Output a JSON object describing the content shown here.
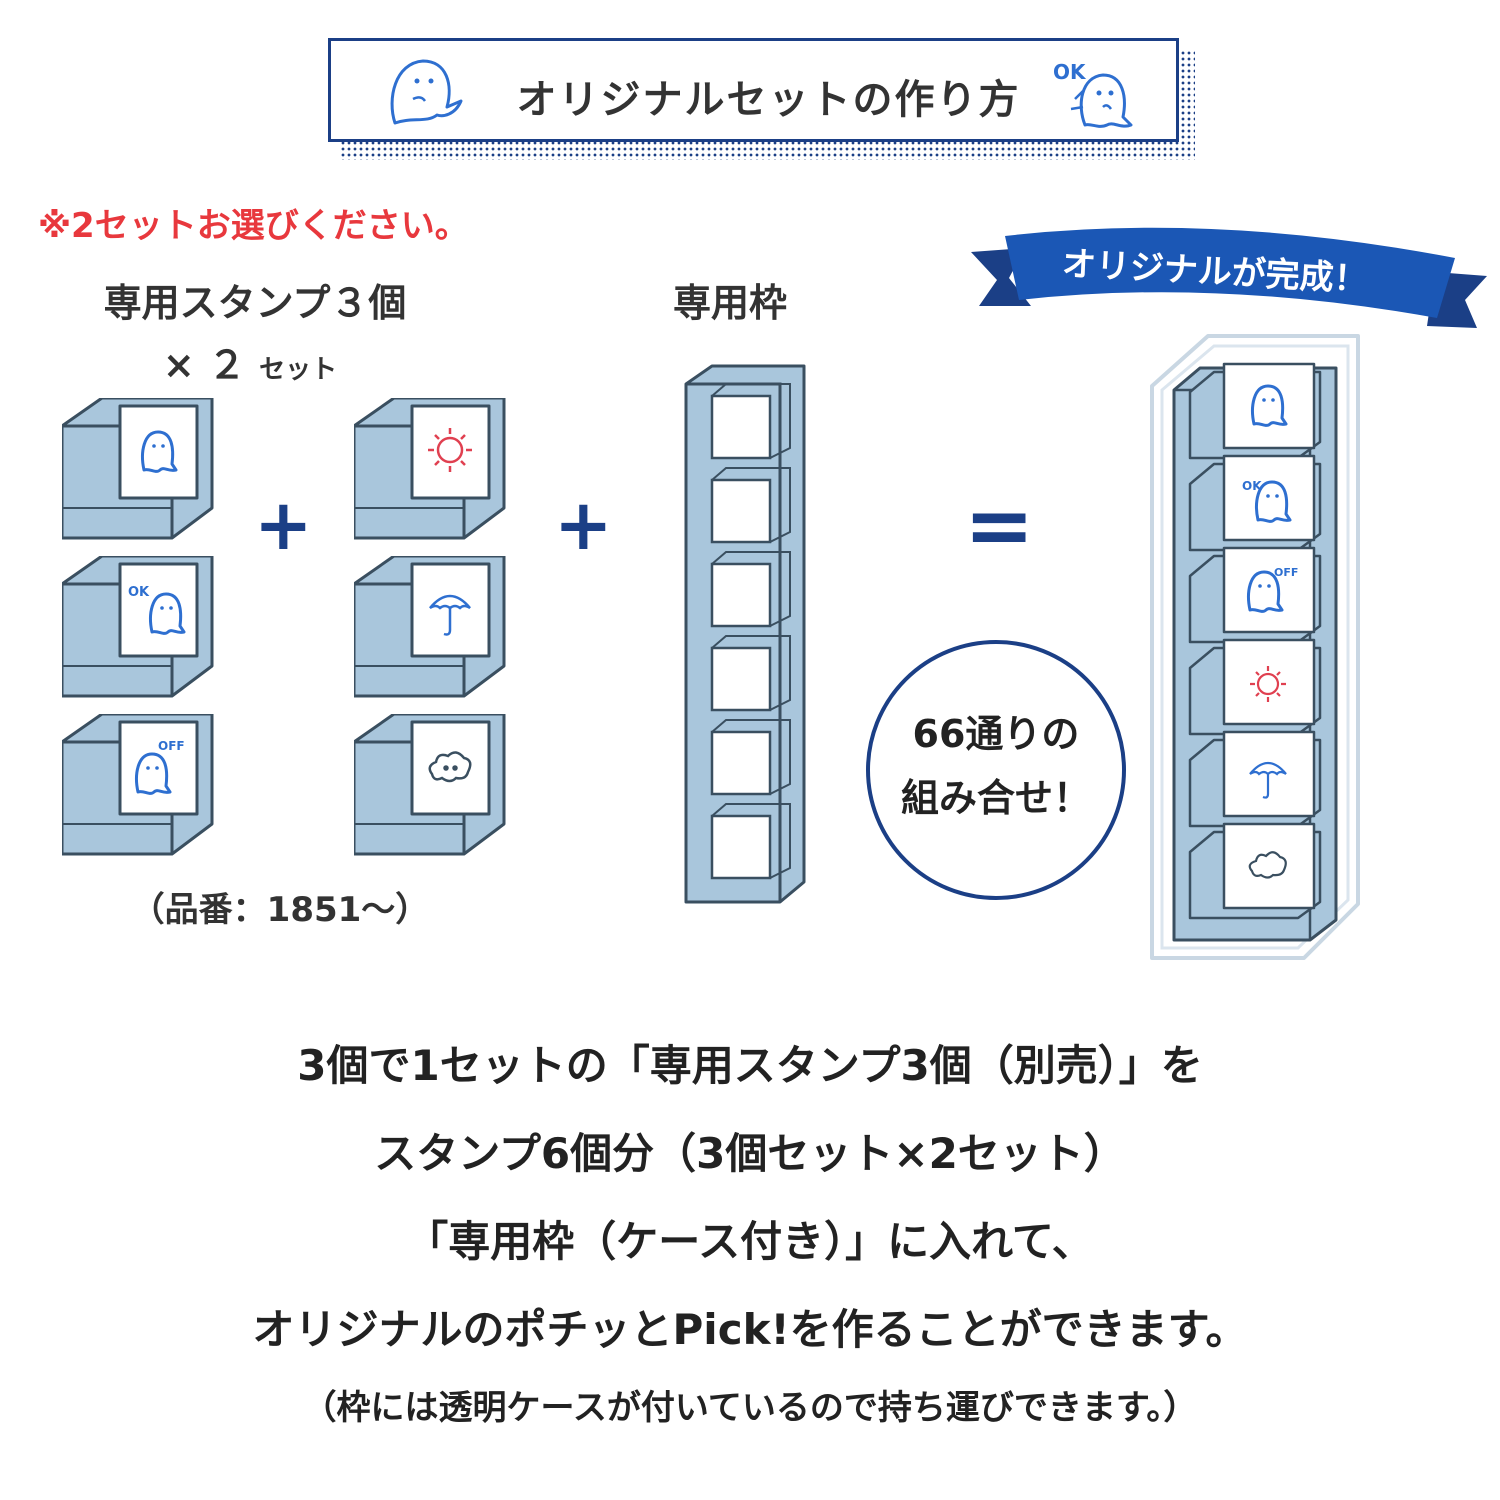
{
  "title": "オリジナルセットの作り方",
  "notice": "※2セットお選びください。",
  "stamps_label": "専用スタンプ３個",
  "stamps_multiplier": "× ２",
  "stamps_multiplier_unit": "セット",
  "frame_label": "専用枠",
  "product_number": "（品番：1851〜）",
  "plus_symbol": "+",
  "equals_symbol": "=",
  "ribbon": "オリジナルが完成！",
  "combinations_line1": "66通りの",
  "combinations_line2": "組み合せ！",
  "ghost_ok_text": "OK",
  "ghost_off_text": "OFF",
  "description": [
    "3個で1セットの「専用スタンプ3個（別売）」を",
    "スタンプ6個分（3個セット×2セット）",
    "「専用枠（ケース付き）」に入れて、",
    "オリジナルのポチッとPick!を作ることができます。"
  ],
  "description_note": "（枠には透明ケースが付いているので持ち運びできます。）",
  "colors": {
    "navy": "#1b3f86",
    "stamp_body": "#a9c6dc",
    "stamp_dark": "#3a4f60",
    "red_note": "#e8383d",
    "icon_blue": "#2e6fd0",
    "icon_red": "#e04050"
  },
  "stamp_icons_left": [
    "ghost-icon",
    "ghost-ok-icon",
    "ghost-off-icon"
  ],
  "stamp_icons_right": [
    "sun-icon",
    "umbrella-icon",
    "cloud-icon"
  ]
}
